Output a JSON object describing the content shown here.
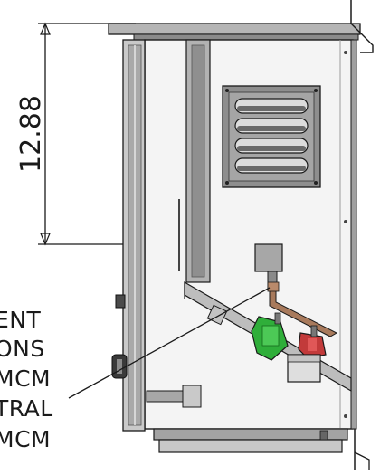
{
  "dimension": {
    "value": "12.88"
  },
  "callout": {
    "lines": [
      "ENT",
      "ONS",
      "MCM",
      "TRAL",
      "MCM"
    ]
  },
  "colors": {
    "line": "#1a1a1a",
    "steel": "#9a9a9a",
    "steel_dark": "#6f6f6f",
    "copper": "#a87a5c",
    "green_lug": "#2fae3a",
    "red_lug": "#c23a3a",
    "grey_block": "#a7a7a7"
  }
}
